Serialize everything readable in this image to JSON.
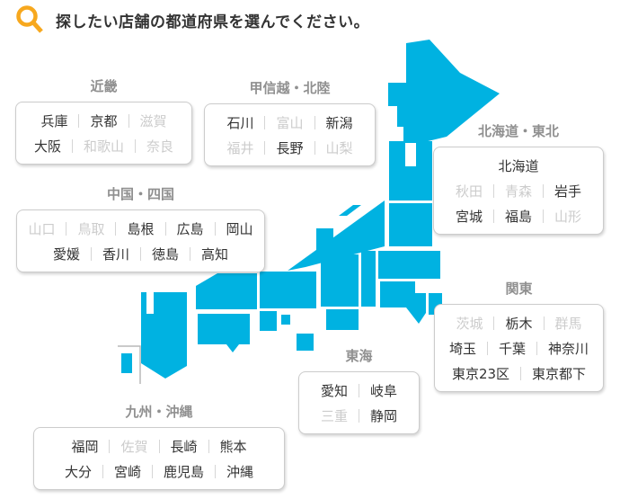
{
  "header": {
    "title": "探したい店舗の都道府県を選んでください。"
  },
  "colors": {
    "map_blue": "#00b2e1",
    "icon_orange": "#f7a81e",
    "title_gray": "#909090",
    "link_dark": "#333333",
    "disabled_gray": "#cccccc",
    "box_border": "#cccccc"
  },
  "map": {
    "name": "japan-stylized-map"
  },
  "regions": [
    {
      "id": "kinki",
      "label": "近畿",
      "rows": [
        [
          {
            "label": "兵庫",
            "enabled": true
          },
          {
            "label": "京都",
            "enabled": true
          },
          {
            "label": "滋賀",
            "enabled": false
          }
        ],
        [
          {
            "label": "大阪",
            "enabled": true
          },
          {
            "label": "和歌山",
            "enabled": false
          },
          {
            "label": "奈良",
            "enabled": false
          }
        ]
      ]
    },
    {
      "id": "koshinetsu-hokuriku",
      "label": "甲信越・北陸",
      "rows": [
        [
          {
            "label": "石川",
            "enabled": true
          },
          {
            "label": "富山",
            "enabled": false
          },
          {
            "label": "新潟",
            "enabled": true
          }
        ],
        [
          {
            "label": "福井",
            "enabled": false
          },
          {
            "label": "長野",
            "enabled": true
          },
          {
            "label": "山梨",
            "enabled": false
          }
        ]
      ]
    },
    {
      "id": "hokkaido-tohoku",
      "label": "北海道・東北",
      "rows": [
        [
          {
            "label": "北海道",
            "enabled": true
          }
        ],
        [
          {
            "label": "秋田",
            "enabled": false
          },
          {
            "label": "青森",
            "enabled": false
          },
          {
            "label": "岩手",
            "enabled": true
          }
        ],
        [
          {
            "label": "宮城",
            "enabled": true
          },
          {
            "label": "福島",
            "enabled": true
          },
          {
            "label": "山形",
            "enabled": false
          }
        ]
      ]
    },
    {
      "id": "chugoku-shikoku",
      "label": "中国・四国",
      "rows": [
        [
          {
            "label": "山口",
            "enabled": false
          },
          {
            "label": "鳥取",
            "enabled": false
          },
          {
            "label": "島根",
            "enabled": true
          },
          {
            "label": "広島",
            "enabled": true
          },
          {
            "label": "岡山",
            "enabled": true
          }
        ],
        [
          {
            "label": "愛媛",
            "enabled": true
          },
          {
            "label": "香川",
            "enabled": true
          },
          {
            "label": "徳島",
            "enabled": true
          },
          {
            "label": "高知",
            "enabled": true
          }
        ]
      ]
    },
    {
      "id": "kanto",
      "label": "関東",
      "rows": [
        [
          {
            "label": "茨城",
            "enabled": false
          },
          {
            "label": "栃木",
            "enabled": true
          },
          {
            "label": "群馬",
            "enabled": false
          }
        ],
        [
          {
            "label": "埼玉",
            "enabled": true
          },
          {
            "label": "千葉",
            "enabled": true
          },
          {
            "label": "神奈川",
            "enabled": true
          }
        ],
        [
          {
            "label": "東京23区",
            "enabled": true
          },
          {
            "label": "東京都下",
            "enabled": true
          }
        ]
      ]
    },
    {
      "id": "tokai",
      "label": "東海",
      "rows": [
        [
          {
            "label": "愛知",
            "enabled": true
          },
          {
            "label": "岐阜",
            "enabled": true
          }
        ],
        [
          {
            "label": "三重",
            "enabled": false
          },
          {
            "label": "静岡",
            "enabled": true
          }
        ]
      ]
    },
    {
      "id": "kyushu-okinawa",
      "label": "九州・沖縄",
      "rows": [
        [
          {
            "label": "福岡",
            "enabled": true
          },
          {
            "label": "佐賀",
            "enabled": false
          },
          {
            "label": "長崎",
            "enabled": true
          },
          {
            "label": "熊本",
            "enabled": true
          }
        ],
        [
          {
            "label": "大分",
            "enabled": true
          },
          {
            "label": "宮崎",
            "enabled": true
          },
          {
            "label": "鹿児島",
            "enabled": true
          },
          {
            "label": "沖縄",
            "enabled": true
          }
        ]
      ]
    }
  ]
}
